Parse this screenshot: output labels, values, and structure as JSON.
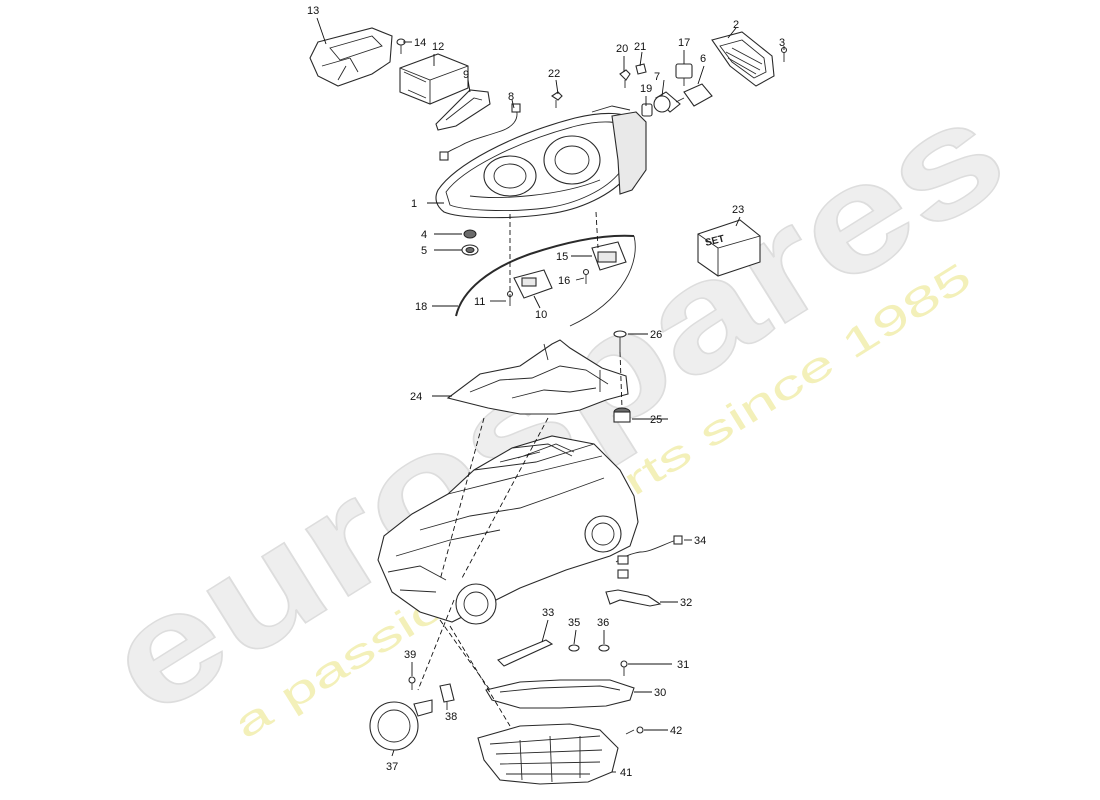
{
  "watermark": {
    "logo_text": "eurospares",
    "tagline": "a passion for parts since 1985"
  },
  "set_box_label": "SET",
  "callouts": [
    {
      "id": "p1",
      "label": "1"
    },
    {
      "id": "p2",
      "label": "2"
    },
    {
      "id": "p3",
      "label": "3"
    },
    {
      "id": "p4",
      "label": "4"
    },
    {
      "id": "p5",
      "label": "5"
    },
    {
      "id": "p6",
      "label": "6"
    },
    {
      "id": "p7",
      "label": "7"
    },
    {
      "id": "p8",
      "label": "8"
    },
    {
      "id": "p9",
      "label": "9"
    },
    {
      "id": "p10",
      "label": "10"
    },
    {
      "id": "p11",
      "label": "11"
    },
    {
      "id": "p12",
      "label": "12"
    },
    {
      "id": "p13",
      "label": "13"
    },
    {
      "id": "p14",
      "label": "14"
    },
    {
      "id": "p15",
      "label": "15"
    },
    {
      "id": "p16",
      "label": "16"
    },
    {
      "id": "p17",
      "label": "17"
    },
    {
      "id": "p18",
      "label": "18"
    },
    {
      "id": "p19",
      "label": "19"
    },
    {
      "id": "p20",
      "label": "20"
    },
    {
      "id": "p21",
      "label": "21"
    },
    {
      "id": "p22",
      "label": "22"
    },
    {
      "id": "p23",
      "label": "23"
    },
    {
      "id": "p24",
      "label": "24"
    },
    {
      "id": "p25",
      "label": "25"
    },
    {
      "id": "p26",
      "label": "26"
    },
    {
      "id": "p30",
      "label": "30"
    },
    {
      "id": "p31",
      "label": "31"
    },
    {
      "id": "p32",
      "label": "32"
    },
    {
      "id": "p33",
      "label": "33"
    },
    {
      "id": "p34",
      "label": "34"
    },
    {
      "id": "p35",
      "label": "35"
    },
    {
      "id": "p36",
      "label": "36"
    },
    {
      "id": "p37",
      "label": "37"
    },
    {
      "id": "p38",
      "label": "38"
    },
    {
      "id": "p39",
      "label": "39"
    },
    {
      "id": "p41",
      "label": "41"
    },
    {
      "id": "p42",
      "label": "42"
    }
  ]
}
